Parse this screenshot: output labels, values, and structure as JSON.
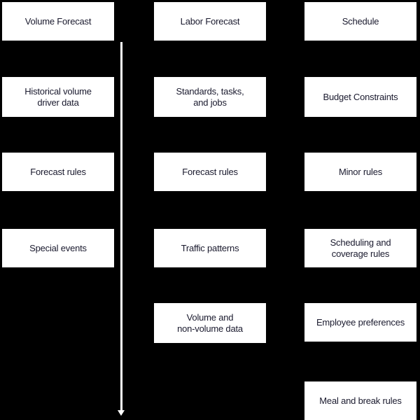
{
  "diagram": {
    "background_color": "#000000",
    "node_fill_color": "#ffffff",
    "node_text_color": "#1a1a2e",
    "connector_color": "#ffffff",
    "columns": [
      {
        "id": "volume-forecast",
        "header": "Volume Forecast",
        "nodes": [
          "Volume Forecast",
          "Historical volume\ndriver data",
          "Forecast rules",
          "Special events"
        ]
      },
      {
        "id": "labor-forecast",
        "header": "Labor Forecast",
        "nodes": [
          "Labor Forecast",
          "Standards, tasks,\nand jobs",
          "Forecast rules",
          "Traffic patterns",
          "Volume and\nnon-volume data"
        ]
      },
      {
        "id": "schedule",
        "header": "Schedule",
        "nodes": [
          "Schedule",
          "Budget Constraints",
          "Minor rules",
          "Scheduling and\ncoverage rules",
          "Employee preferences",
          "Meal and break rules"
        ]
      }
    ],
    "connector": {
      "name": "vertical-flow-arrow",
      "direction": "down"
    }
  }
}
